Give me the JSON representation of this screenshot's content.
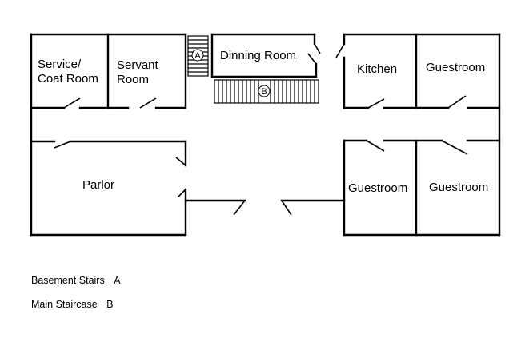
{
  "rooms": {
    "service_coat_room": [
      "Service/",
      "Coat Room"
    ],
    "servant_room": [
      "Servant",
      "Room"
    ],
    "dinning_room": "Dinning Room",
    "kitchen": "Kitchen",
    "guestroom_top_right": "Guestroom",
    "parlor": "Parlor",
    "guestroom_bottom_left": "Guestroom",
    "guestroom_bottom_right": "Guestroom"
  },
  "markers": {
    "basement_stairs": "A",
    "main_staircase": "B"
  },
  "legend": [
    {
      "label": "Basement Stairs",
      "key": "A"
    },
    {
      "label": "Main Staircase",
      "key": "B"
    }
  ]
}
